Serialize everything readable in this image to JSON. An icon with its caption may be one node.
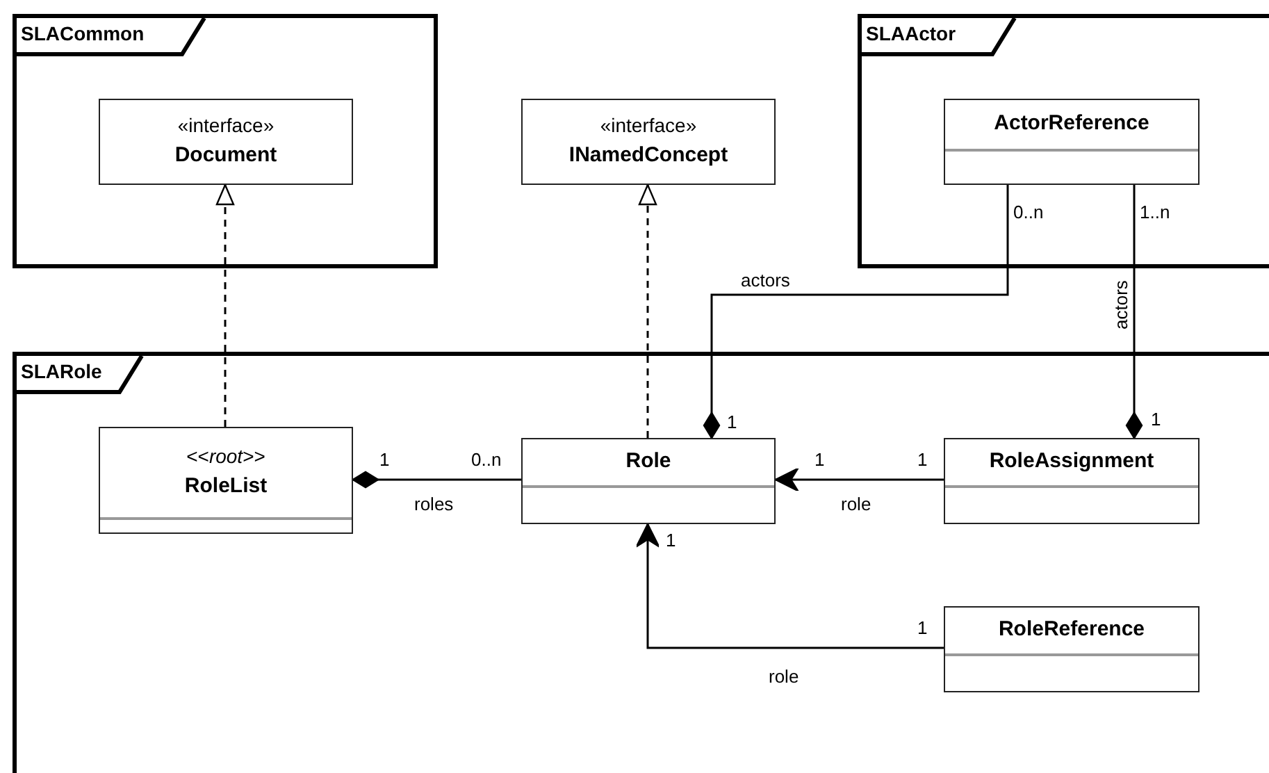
{
  "diagram": {
    "nodes": [
      {
        "text": [
          "SLACommon"
        ]
      },
      {
        "text": [
          "«interface»",
          "Document"
        ],
        "in": 0
      },
      {
        "text": [
          "«interface»",
          "INamedConcept"
        ]
      },
      {
        "text": [
          "SLAActor"
        ]
      },
      {
        "text": [
          "ActorReference"
        ],
        "in": 3
      },
      {
        "text": [
          "SLARole"
        ]
      },
      {
        "text": [
          "<<*root*>>",
          "RoleList"
        ],
        "in": 5
      },
      {
        "text": [
          "Role"
        ],
        "in": 5
      },
      {
        "text": [
          "RoleAssignment"
        ],
        "in": 5
      },
      {
        "text": [
          "RoleReference"
        ],
        "in": 5
      }
    ],
    "edges": [
      {
        "from": 6,
        "to": 1,
        "arrow": "to",
        "style": "dashed"
      },
      {
        "from": 7,
        "to": 2,
        "arrow": "to",
        "style": "dashed"
      },
      {
        "from": 4,
        "to": 7,
        "arrow": "other",
        "label": "actors"
      },
      {
        "from": 4,
        "to": 8,
        "arrow": "other",
        "label": "actors"
      },
      {
        "from": 7,
        "to": 6,
        "arrow": "other",
        "label": "roles"
      },
      {
        "from": 8,
        "to": 7,
        "arrow": "to",
        "label": "role"
      },
      {
        "from": 9,
        "to": 7,
        "arrow": "to",
        "label": "role"
      }
    ],
    "labels": [
      "0..n",
      "1..n",
      "1",
      "1",
      "1",
      "0..n",
      "1",
      "1",
      "1",
      "1"
    ]
  }
}
